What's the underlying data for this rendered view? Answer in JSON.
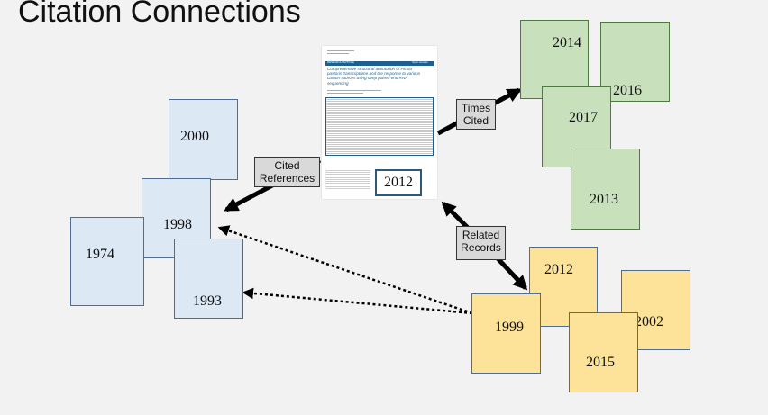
{
  "title": "Citation Connections",
  "center_paper": {
    "year": "2012",
    "header_left": "RESEARCH ARTICLE",
    "header_right": "Open Access",
    "paper_title": "Comprehensive structural annotation of Pichia pastoris transcriptome and the response to various carbon sources using deep paired-end RNA sequencing"
  },
  "labels": {
    "cited_references": "Cited References",
    "times_cited": "Times Cited",
    "related_records": "Related Records"
  },
  "cited_reference_years": [
    "2000",
    "1998",
    "1974",
    "1993"
  ],
  "times_cited_years": [
    "2014",
    "2016",
    "2017",
    "2013"
  ],
  "related_record_years": [
    "2012",
    "1999",
    "2002",
    "2015"
  ],
  "colors": {
    "cited": "#dde8f5",
    "times_cited": "#c8e0bc",
    "related": "#fde39a"
  }
}
